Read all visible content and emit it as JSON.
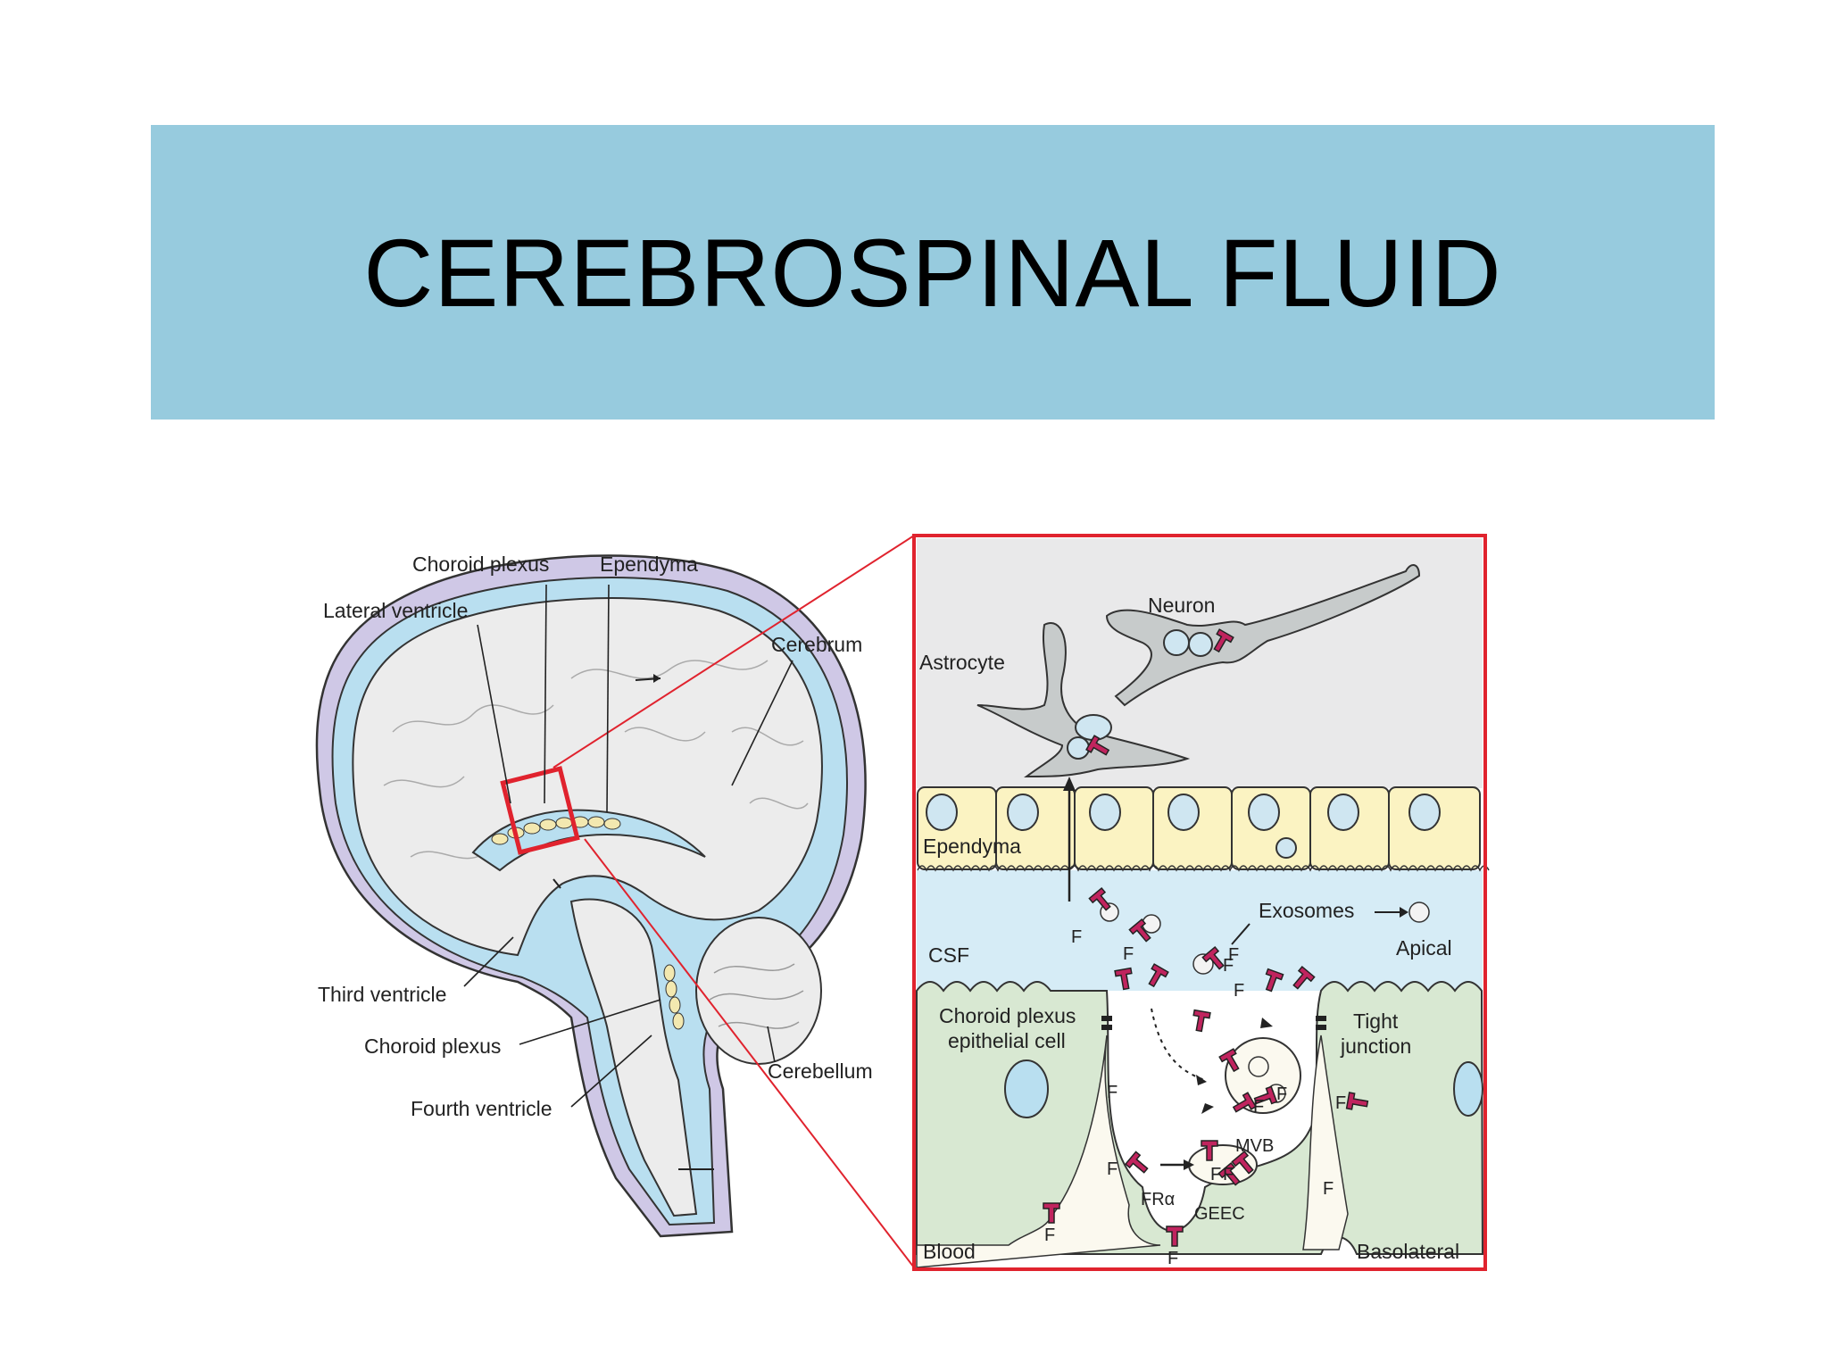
{
  "slide": {
    "title": "CEREBROSPINAL FLUID"
  },
  "brain_labels": {
    "choroid_plexus_top": "Choroid plexus",
    "ependyma_top": "Ependyma",
    "lateral_ventricle": "Lateral ventricle",
    "cerebrum": "Cerebrum",
    "third_ventricle": "Third ventricle",
    "choroid_plexus_lower": "Choroid plexus",
    "fourth_ventricle": "Fourth ventricle",
    "cerebellum": "Cerebellum"
  },
  "inset_labels": {
    "neuron": "Neuron",
    "astrocyte": "Astrocyte",
    "ependyma": "Ependyma",
    "exosomes": "Exosomes",
    "apical": "Apical",
    "csf": "CSF",
    "choroid_cell_line1": "Choroid plexus",
    "choroid_cell_line2": "epithelial cell",
    "tight_line1": "Tight",
    "tight_line2": "junction",
    "mvb": "MVB",
    "fr_alpha": "FRα",
    "geec": "GEEC",
    "blood": "Blood",
    "basolateral": "Basolateral",
    "folate": "F"
  },
  "colors": {
    "banner": "#97cbde",
    "csf_blue": "#b9dff0",
    "brain_gray": "#ececec",
    "meninges_purple": "#cfc8e6",
    "highlight_red": "#e0232e",
    "ependyma_yellow": "#fbf3c2",
    "choroid_green": "#d8e8d2",
    "receptor_magenta": "#c0245e"
  }
}
